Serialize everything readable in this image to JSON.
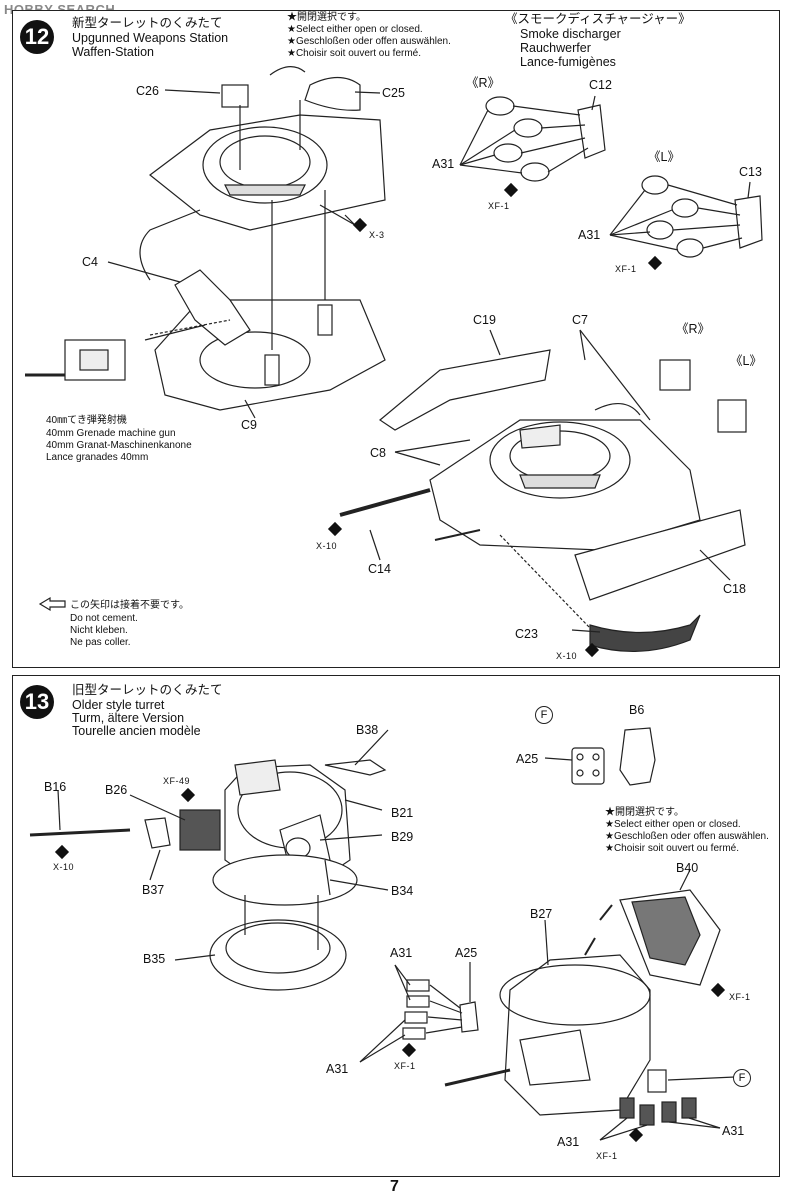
{
  "watermark": "HOBBY SEARCH",
  "page_number": "7",
  "step12": {
    "number": "12",
    "title_jp": "新型ターレットのくみたて",
    "title_en": "Upgunned Weapons Station",
    "title_de": "Waffen-Station",
    "note_jp": "★開閉選択です。",
    "note_en": "★Select either open or closed.",
    "note_de": "★Geschloßen oder offen auswählen.",
    "note_fr": "★Choisir soit ouvert ou fermé.",
    "smoke_jp": "《スモークディスチャージャー》",
    "smoke_en": "Smoke discharger",
    "smoke_de": "Rauchwerfer",
    "smoke_fr": "Lance-fumigènes",
    "gun_jp": "40㎜てき弾発射機",
    "gun_en": "40mm Grenade machine gun",
    "gun_de": "40mm Granat-Maschinenkanone",
    "gun_fr": "Lance granades 40mm",
    "arrow_jp": "この矢印は接着不要です。",
    "arrow_en": "Do not cement.",
    "arrow_de": "Nicht kleben.",
    "arrow_fr": "Ne pas coller.",
    "parts": {
      "c26": "C26",
      "c25": "C25",
      "x3": "X-3",
      "c4": "C4",
      "c9": "C9",
      "r": "《R》",
      "l": "《L》",
      "c12": "C12",
      "c13": "C13",
      "a31a": "A31",
      "a31b": "A31",
      "xf1a": "XF-1",
      "xf1b": "XF-1",
      "c19": "C19",
      "c7": "C7",
      "r2": "《R》",
      "l2": "《L》",
      "c8": "C8",
      "x10a": "X-10",
      "c14": "C14",
      "c18": "C18",
      "c23": "C23",
      "x10b": "X-10"
    }
  },
  "step13": {
    "number": "13",
    "title_jp": "旧型ターレットのくみたて",
    "title_en": "Older style turret",
    "title_de": "Turm, ältere Version",
    "title_fr": "Tourelle ancien modèle",
    "note_jp": "★開閉選択です。",
    "note_en": "★Select either open or closed.",
    "note_de": "★Geschloßen oder offen auswählen.",
    "note_fr": "★Choisir soit ouvert ou fermé.",
    "parts": {
      "b38": "B38",
      "b16": "B16",
      "b26": "B26",
      "xf49": "XF-49",
      "b21": "B21",
      "b29": "B29",
      "x10": "X-10",
      "b37": "B37",
      "b34": "B34",
      "b35": "B35",
      "f1": "F",
      "b6": "B6",
      "a25a": "A25",
      "b40": "B40",
      "b27": "B27",
      "xf1a": "XF-1",
      "a31a": "A31",
      "a25b": "A25",
      "a31b": "A31",
      "xf1b": "XF-1",
      "f2": "F",
      "a31c": "A31",
      "a31d": "A31",
      "xf1c": "XF-1"
    }
  }
}
